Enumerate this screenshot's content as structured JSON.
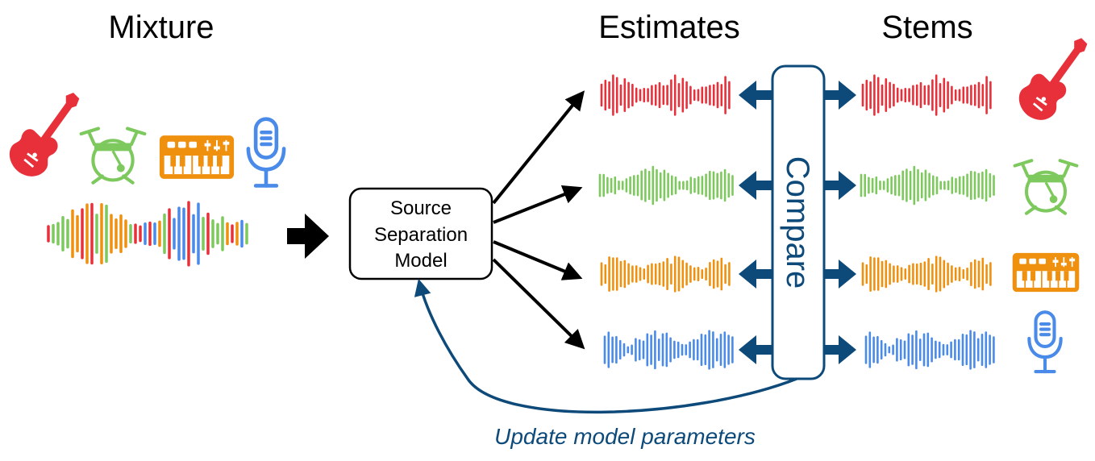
{
  "headings": {
    "mixture": "Mixture",
    "estimates": "Estimates",
    "stems": "Stems"
  },
  "model_box": {
    "line1": "Source",
    "line2": "Separation",
    "line3": "Model"
  },
  "compare_label": "Compare",
  "feedback_label": "Update model parameters",
  "colors": {
    "guitar": "#e8303a",
    "drums": "#7dc95e",
    "keys": "#f0900f",
    "vocals": "#4a8ae8",
    "feedback": "#0d4a7a",
    "arrow": "#000000"
  },
  "icons": [
    "guitar-icon",
    "drum-kit-icon",
    "keyboard-icon",
    "microphone-icon"
  ]
}
